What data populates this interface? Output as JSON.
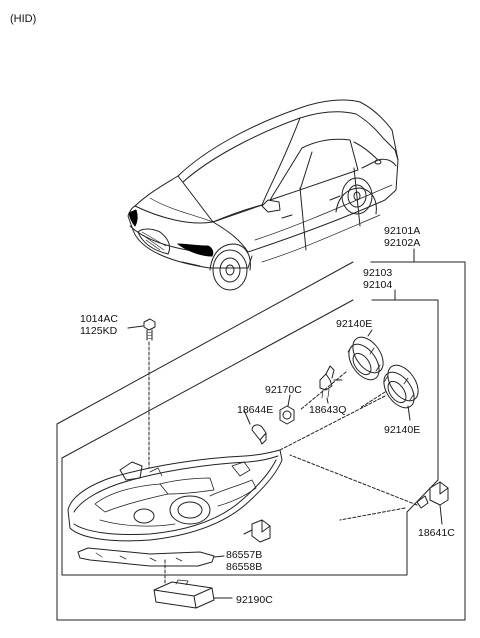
{
  "variant": "(HID)",
  "parts": {
    "headlamp_assy_lh": "92101A",
    "headlamp_assy_rh": "92102A",
    "housing_lh": "92103",
    "housing_rh": "92104",
    "screw_a": "1014AC",
    "screw_b": "1125KD",
    "cap_top": "92140E",
    "cap_side": "92140E",
    "socket": "92170C",
    "bulb_side_marker": "18644E",
    "bulb_main": "18643Q",
    "hid_bulb": "18641C",
    "bracket_a": "86557B",
    "bracket_b": "86558B",
    "ballast": "92190C"
  },
  "colors": {
    "line": "#222222",
    "highlight": "#000000"
  }
}
